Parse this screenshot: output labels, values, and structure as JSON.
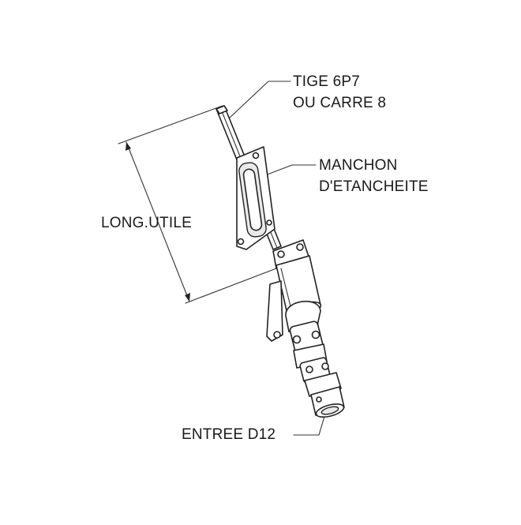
{
  "labels": {
    "tige_line1": "TIGE 6P7",
    "tige_line2": "OU CARRE 8",
    "manchon_line1": "MANCHON",
    "manchon_line2": "D'ETANCHEITE",
    "long_utile": "LONG.UTILE",
    "entree": "ENTREE D12"
  },
  "colors": {
    "line": "#222222",
    "background": "#ffffff"
  }
}
